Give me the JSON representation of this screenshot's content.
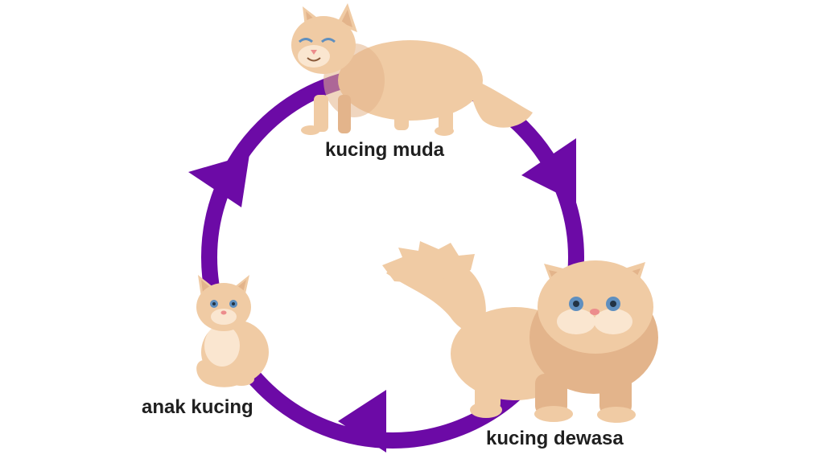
{
  "diagram": {
    "stages": [
      {
        "id": "kucing-muda",
        "label": "kucing muda"
      },
      {
        "id": "kucing-dewasa",
        "label": "kucing dewasa"
      },
      {
        "id": "anak-kucing",
        "label": "anak kucing"
      }
    ],
    "colors": {
      "cycle": "#6c0aa6",
      "fur": "#f0cba4",
      "fur_dark": "#e3b48b",
      "fur_light": "#fae6d0",
      "eye": "#5f8fbf",
      "nose": "#ec8c8c",
      "text": "#1f1f1f"
    },
    "icons": [
      "young-cat-icon",
      "adult-cat-icon",
      "kitten-icon",
      "cycle-arrow-icon"
    ]
  }
}
